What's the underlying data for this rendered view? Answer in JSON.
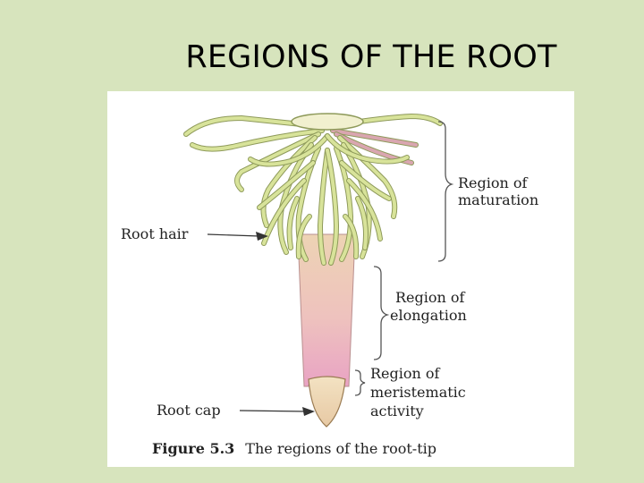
{
  "slide": {
    "title": "REGIONS OF THE ROOT"
  },
  "figure": {
    "labels": {
      "root_hair": "Root hair",
      "root_cap": "Root cap",
      "maturation_line1": "Region of",
      "maturation_line2": "maturation",
      "elongation_line1": "Region of",
      "elongation_line2": "elongation",
      "meristematic_line1": "Region of",
      "meristematic_line2": "meristematic",
      "meristematic_line3": "activity"
    },
    "caption": {
      "number": "Figure 5.3",
      "text": "The regions of the root-tip"
    }
  },
  "colors": {
    "background": "#d7e4bd",
    "hair": "#d8e39a",
    "hair_outline": "#8e9a5a",
    "stem_top": "#edd3b4",
    "stem_bottom": "#e9a3c4",
    "cap": "#f3e2c2"
  }
}
